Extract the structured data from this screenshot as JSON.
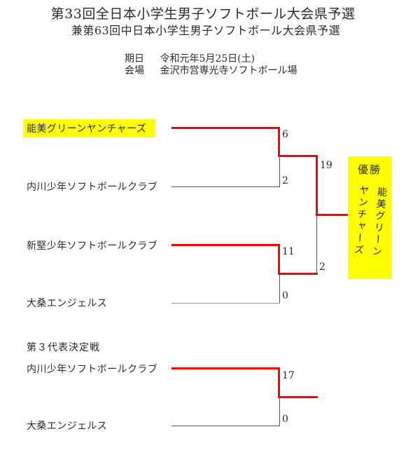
{
  "header": {
    "title": "第33回全日本小学生男子ソフトボール大会県予選",
    "subtitle": "兼第63回中日本小学生男子ソフトボール大会県予選",
    "info": {
      "date_label": "期日",
      "date_value": "令和元年5月25日(土)",
      "venue_label": "会場",
      "venue_value": "金沢市営専光寺ソフトボール場"
    }
  },
  "colors": {
    "winner_path_red": "#ff0000",
    "highlight_yellow": "#ffff00",
    "bracket_line": "#555555",
    "text": "#2b2b2b"
  },
  "bracket": {
    "match1": {
      "top_team": "能美グリーンヤンチャーズ",
      "bottom_team": "内川少年ソフトボールクラブ",
      "top_score": "6",
      "bottom_score": "2"
    },
    "match2": {
      "top_team": "新堅少年ソフトボールクラブ",
      "bottom_team": "大桑エンジェルス",
      "top_score": "11",
      "bottom_score": "0"
    },
    "final": {
      "top_score": "19",
      "bottom_score": "2"
    },
    "champion": {
      "label": "優勝",
      "team": "能美グリーンヤンチャーズ"
    }
  },
  "third_place": {
    "heading": "第３代表決定戦",
    "match": {
      "top_team": "内川少年ソフトボールクラブ",
      "bottom_team": "大桑エンジェルス",
      "top_score": "17",
      "bottom_score": "0"
    }
  }
}
